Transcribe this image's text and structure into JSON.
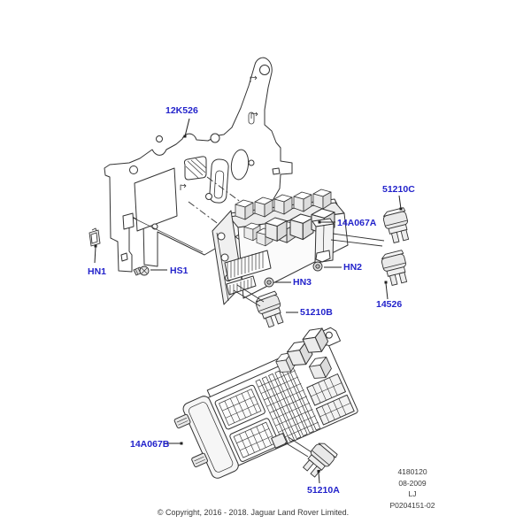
{
  "colors": {
    "label_blue": "#2323cb",
    "line_color": "#333333",
    "background": "#ffffff",
    "footer_text": "#3a3a3a"
  },
  "callouts": {
    "bracket": "12K526",
    "fusebox_upper": "14A067A",
    "fuse_c": "51210C",
    "fuse_14526": "14526",
    "nut_hn1": "HN1",
    "screw_hs1": "HS1",
    "nut_hn2": "HN2",
    "nut_hn3": "HN3",
    "fuse_b": "51210B",
    "fusebox_lower": "14A067B",
    "fuse_a": "51210A"
  },
  "footer": {
    "part_code": "4180120",
    "date_code": "08-2009",
    "platform_code": "LJ",
    "drawing_number": "P0204151-02",
    "copyright": "© Copyright, 2016 - 2018. Jaguar Land Rover Limited."
  }
}
